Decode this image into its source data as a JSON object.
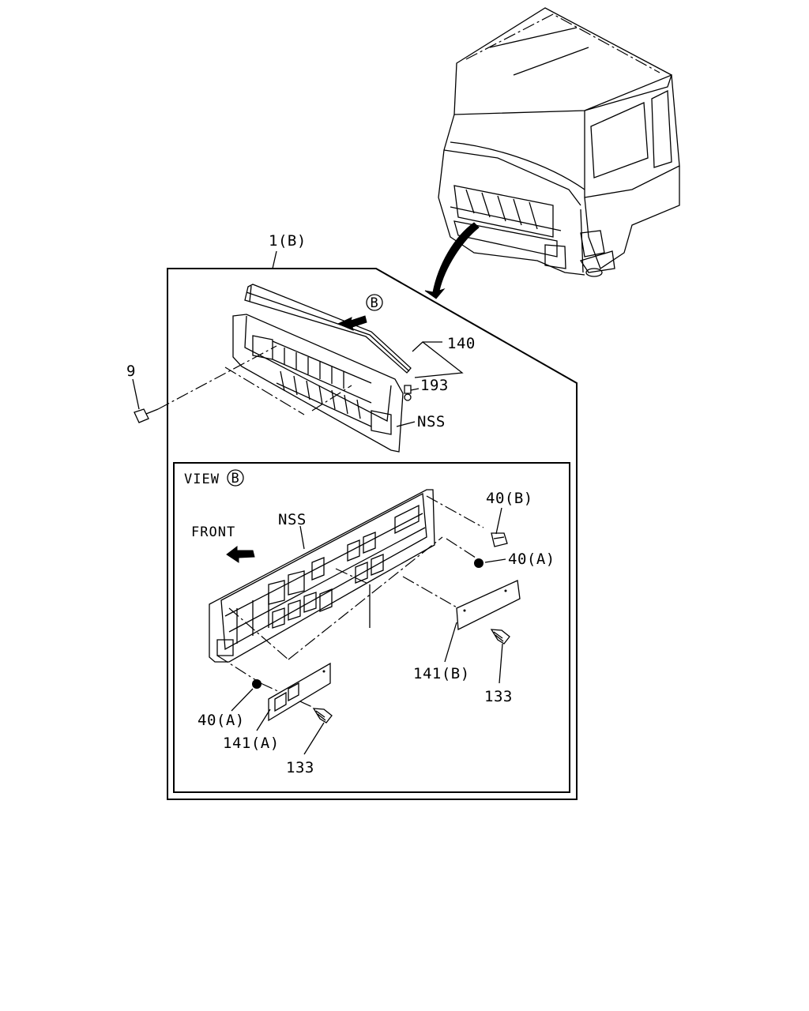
{
  "labels": {
    "assembly": "1(B)",
    "view_b_marker": "B",
    "part_140": "140",
    "part_193": "193",
    "part_9": "9",
    "nss_top": "NSS",
    "view_b_title": "VIEW",
    "front": "FRONT",
    "nss_view": "NSS",
    "part_40b": "40(B)",
    "part_40a_right": "40(A)",
    "part_141b": "141(B)",
    "part_133_right": "133",
    "part_40a_left": "40(A)",
    "part_141a": "141(A)",
    "part_133_left": "133"
  },
  "icons": {
    "view_marker": "circled-letter-b-icon",
    "front_arrow": "arrow-left-icon"
  }
}
